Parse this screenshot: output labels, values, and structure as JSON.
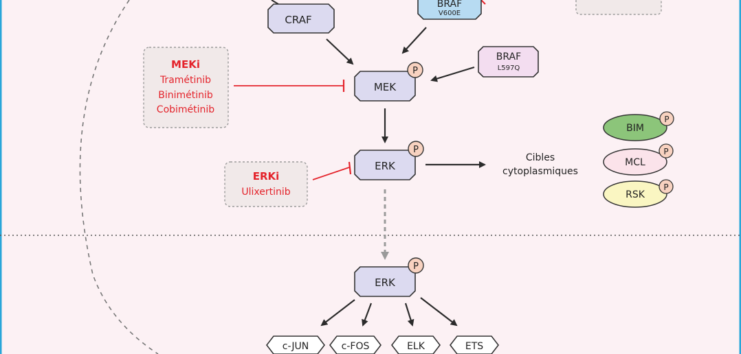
{
  "nodes": {
    "craf": "CRAF",
    "braf_v600e": {
      "name": "BRAF",
      "mutation": "V600E"
    },
    "braf_l597q": {
      "name": "BRAF",
      "mutation": "L597Q"
    },
    "mek": "MEK",
    "erk_cyto": "ERK",
    "erk_nuc": "ERK",
    "phospho_label": "P"
  },
  "inhibitors": {
    "meki": {
      "title": "MEKi",
      "drugs": [
        "Tramétinib",
        "Binimétinib",
        "Cobimétinib"
      ]
    },
    "erki": {
      "title": "ERKi",
      "drugs": [
        "Ulixertinib"
      ]
    }
  },
  "cytoplasmic_targets": {
    "label_line1": "Cibles",
    "label_line2": "cytoplasmiques",
    "items": [
      {
        "name": "BIM",
        "color": "#8cc57a"
      },
      {
        "name": "MCL",
        "color": "#fbe3ea"
      },
      {
        "name": "RSK",
        "color": "#faf6c2"
      }
    ]
  },
  "transcription_factors": [
    "c-JUN",
    "c-FOS",
    "ELK",
    "ETS"
  ],
  "colors": {
    "background": "#fcf1f4",
    "frame": "#29a6d9",
    "kinase_fill": "#dcdaf0",
    "braf_v600e_fill": "#b7dbf2",
    "braf_l597q_fill": "#f3ddf0",
    "phospho_fill": "#f8d2c0",
    "inhibitor_box_fill": "#f1e9e9",
    "inhibitor_red": "#e4232b"
  }
}
